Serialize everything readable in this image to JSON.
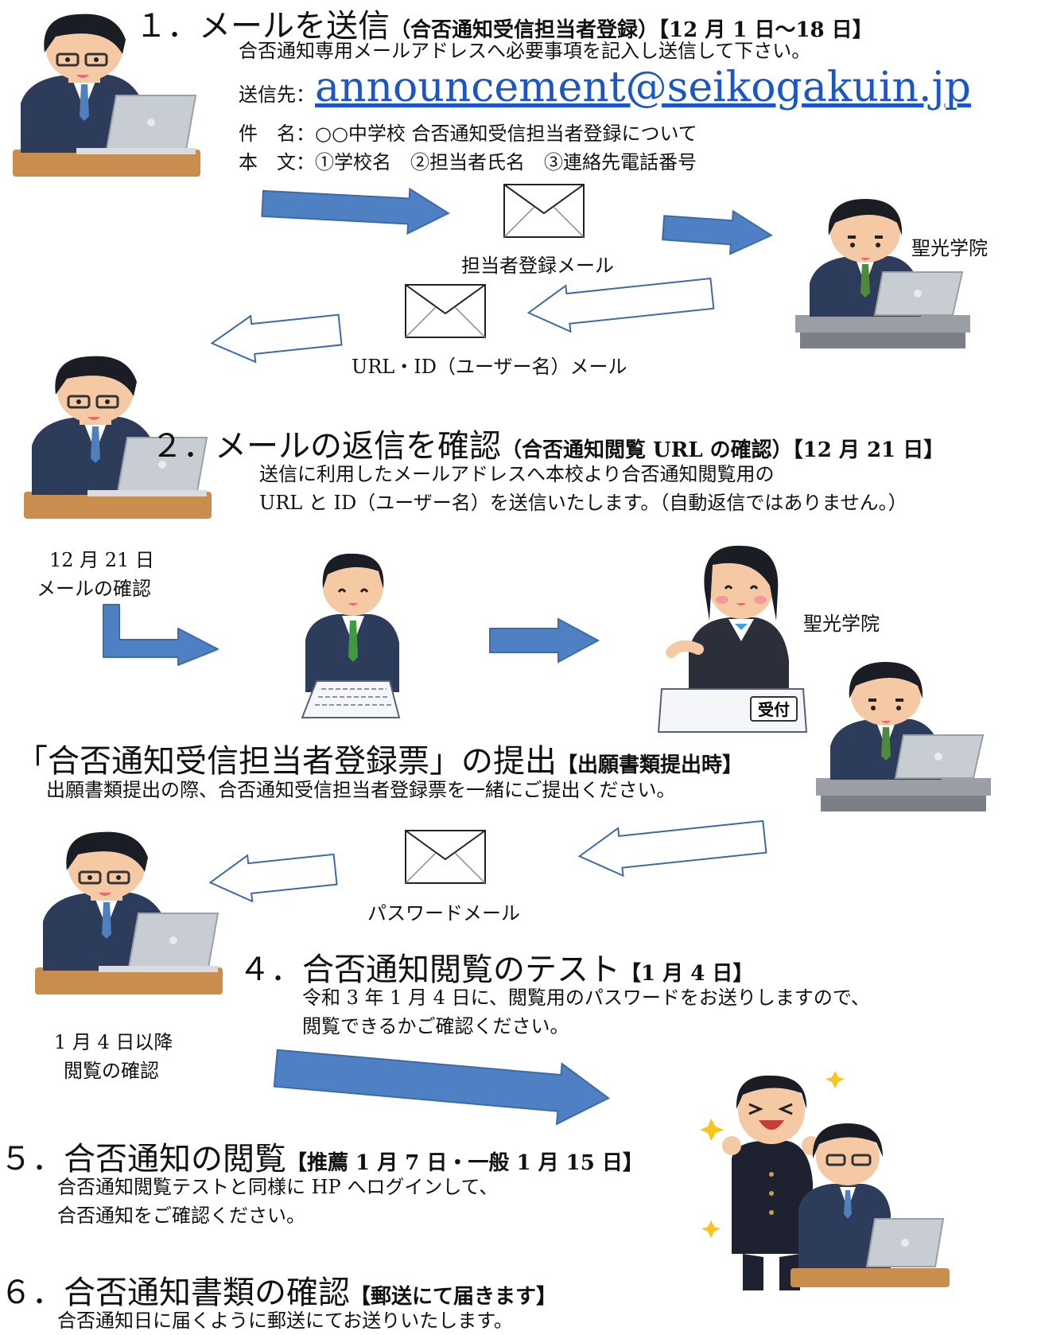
{
  "step1": {
    "num": "１．",
    "title": "メールを送信",
    "sub": "（合否通知受信担当者登録）",
    "date": "【12 月 1 日〜18 日】",
    "desc": "合否通知専用メールアドレスへ必要事項を記入し送信して下さい。",
    "to_label": "送信先：",
    "email": "announcement@seikogakuin.jp",
    "subject_label": "件　名：",
    "subject": "○○中学校 合否通知受信担当者登録について",
    "body_label": "本　文：",
    "body": "①学校名　②担当者氏名　③連絡先電話番号"
  },
  "diagram1": {
    "mail1": "担当者登録メール",
    "school": "聖光学院",
    "mail2": "URL・ID（ユーザー名）メール"
  },
  "step2": {
    "num": "２．",
    "title": "メールの返信を確認",
    "sub": "（合否通知閲覧 URL の確認）",
    "date": "【12 月 21 日】",
    "line1": "送信に利用したメールアドレスへ本校より合否通知閲覧用の",
    "line2": "URL と ID（ユーザー名）を送信いたします。（自動返信ではありません。）"
  },
  "diagram2": {
    "cap1": "12 月 21 日",
    "cap2": "メールの確認",
    "school": "聖光学院",
    "desk_sign": "受付"
  },
  "step3": {
    "title": "「合否通知受信担当者登録票」の提出",
    "date": "【出願書類提出時】",
    "desc": "出願書類提出の際、合否通知受信担当者登録票を一緒にご提出ください。"
  },
  "diagram3": {
    "mail": "パスワードメール"
  },
  "step4": {
    "num": "４．",
    "title": "合否通知閲覧のテスト",
    "date": "【1 月 4 日】",
    "line1": "令和 3 年 1 月 4 日に、閲覧用のパスワードをお送りしますので、",
    "line2": "閲覧できるかご確認ください。",
    "cap1": "1 月 4 日以降",
    "cap2": "閲覧の確認"
  },
  "step5": {
    "num": "５．",
    "title": "合否通知の閲覧",
    "date": "【推薦 1 月 7 日・一般 1 月 15 日】",
    "line1": "合否通知閲覧テストと同様に HP へログインして、",
    "line2": "合否通知をご確認ください。"
  },
  "step6": {
    "num": "６．",
    "title": "合否通知書類の確認",
    "date": "【郵送にて届きます】",
    "desc": "合否通知日に届くように郵送にてお送りいたします。"
  },
  "colors": {
    "arrow_fill": "#4f80c4",
    "arrow_stroke": "#3d6aa8",
    "link": "#1a56c4"
  }
}
